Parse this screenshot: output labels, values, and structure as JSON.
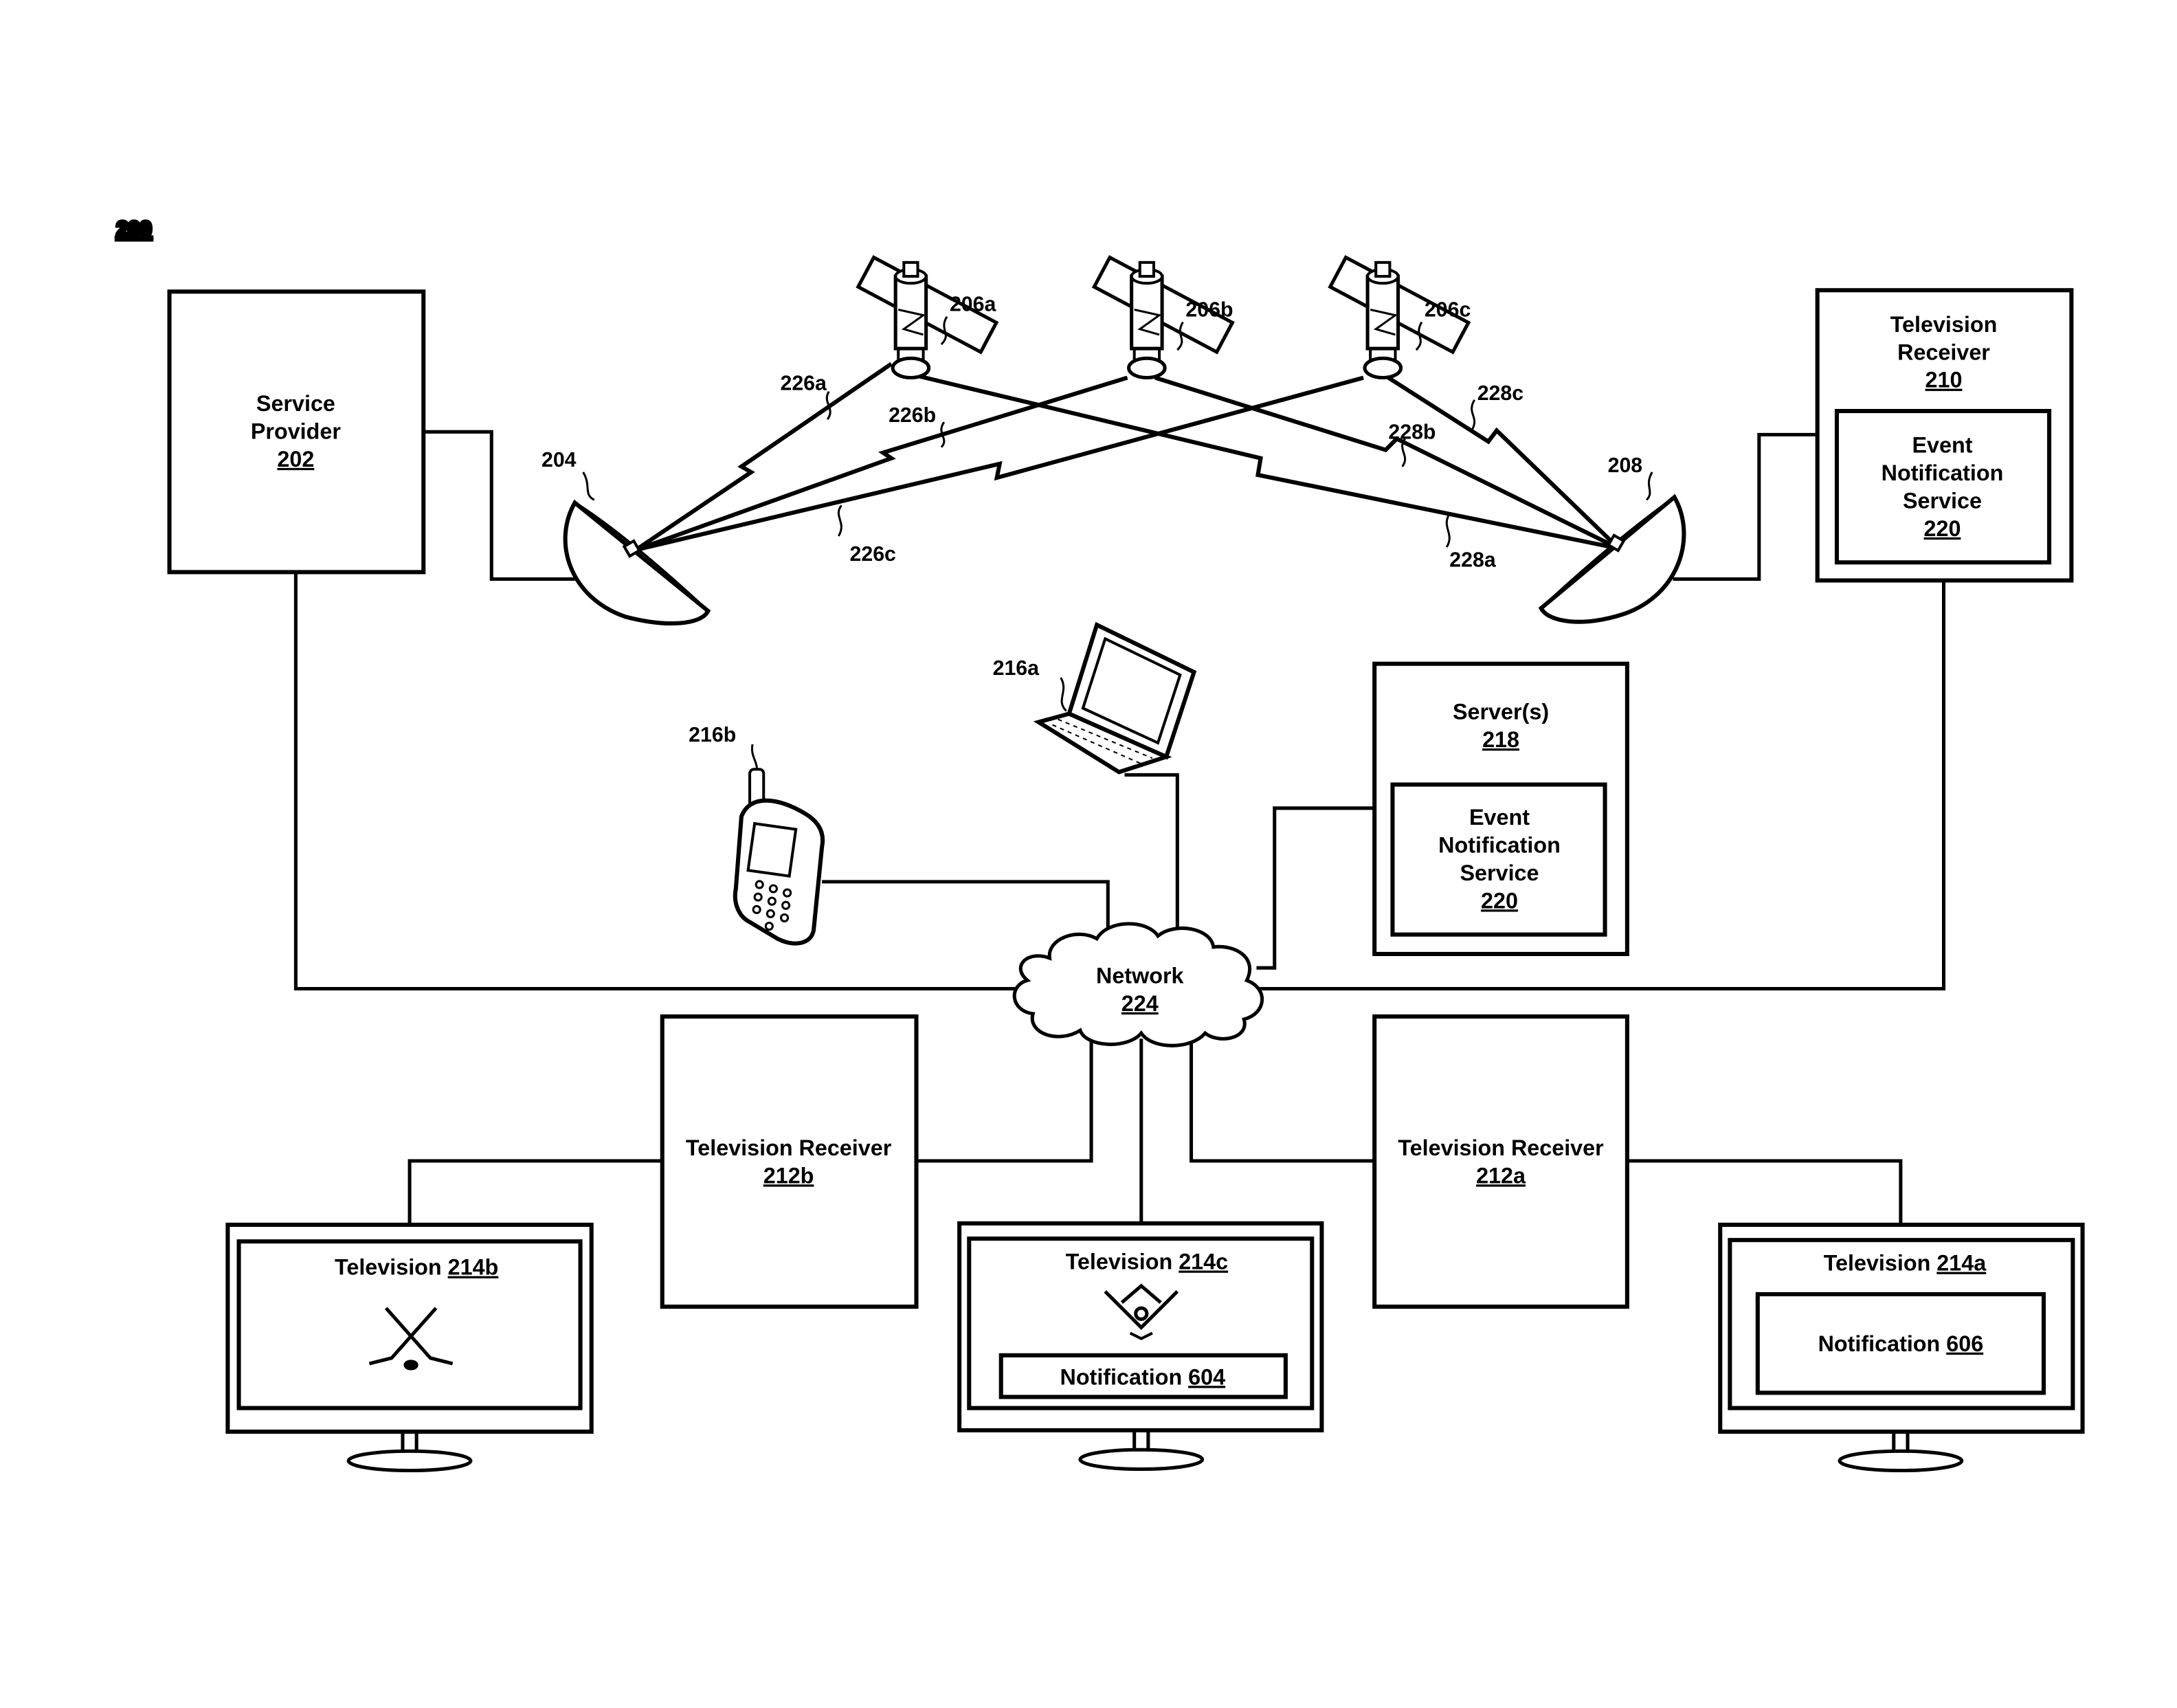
{
  "figure": {
    "id": "200"
  },
  "service_provider": {
    "line1": "Service",
    "line2": "Provider",
    "ref": "202"
  },
  "dish_uplink": {
    "ref": "204"
  },
  "dish_downlink": {
    "ref": "208"
  },
  "satellites": [
    {
      "ref": "206a"
    },
    {
      "ref": "206b"
    },
    {
      "ref": "206c"
    }
  ],
  "uplinks": [
    "226a",
    "226b",
    "226c"
  ],
  "downlinks": [
    "228a",
    "228b",
    "228c"
  ],
  "television_receiver_210": {
    "line1": "Television",
    "line2": "Receiver",
    "ref": "210",
    "ens": {
      "line1": "Event",
      "line2": "Notification",
      "line3": "Service",
      "ref": "220"
    }
  },
  "laptop": {
    "ref": "216a"
  },
  "phone": {
    "ref": "216b"
  },
  "servers": {
    "line1": "Server(s)",
    "ref": "218",
    "ens": {
      "line1": "Event",
      "line2": "Notification",
      "line3": "Service",
      "ref": "220"
    }
  },
  "network": {
    "label": "Network",
    "ref": "224"
  },
  "receiver_212b": {
    "label": "Television Receiver",
    "ref": "212b"
  },
  "receiver_212a": {
    "label": "Television Receiver",
    "ref": "212a"
  },
  "tv_214b": {
    "label": "Television ",
    "ref": "214b"
  },
  "tv_214c": {
    "label": "Television ",
    "ref": "214c",
    "notification": {
      "label": "Notification ",
      "ref": "604"
    }
  },
  "tv_214a": {
    "label": "Television ",
    "ref": "214a",
    "notification": {
      "label": "Notification ",
      "ref": "606"
    }
  }
}
